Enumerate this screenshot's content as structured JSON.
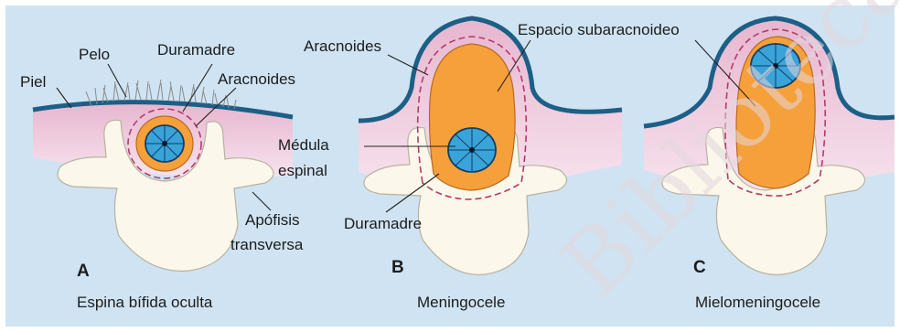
{
  "colors": {
    "background": "#cfe3f2",
    "skin_surface": "#1d5f86",
    "skin_tissue": "#f0cde0",
    "bone": "#fbf7ea",
    "csf": "#f6a03b",
    "cord": "#3aa3d8",
    "watermark": "#e3d7de"
  },
  "watermark": {
    "text": "Biblioteca"
  },
  "panels": [
    {
      "letter": "A",
      "caption": "Espina bífida oculta",
      "labels": {
        "piel": "Piel",
        "pelo": "Pelo",
        "duramadre": "Duramadre",
        "aracnoides": "Aracnoides",
        "apofisis_1": "Apófisis",
        "apofisis_2": "transversa"
      }
    },
    {
      "letter": "B",
      "caption": "Meningocele",
      "labels": {
        "aracnoides": "Aracnoides",
        "espacio": "Espacio subaracnoideo",
        "medula_1": "Médula",
        "medula_2": "espinal",
        "duramadre": "Duramadre"
      }
    },
    {
      "letter": "C",
      "caption": "Mielomeningocele"
    }
  ]
}
